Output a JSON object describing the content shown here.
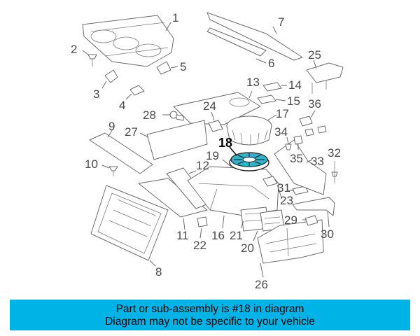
{
  "diagram": {
    "highlighted_part": "18",
    "highlight_color": "#2bb4cc",
    "callouts": {
      "p1": "1",
      "p2": "2",
      "p3": "3",
      "p4": "4",
      "p5": "5",
      "p6": "6",
      "p7": "7",
      "p8": "8",
      "p9": "9",
      "p10": "10",
      "p11": "11",
      "p12": "12",
      "p13": "13",
      "p14": "14",
      "p15": "15",
      "p16": "16",
      "p17": "17",
      "p18": "18",
      "p19": "19",
      "p20": "20",
      "p21": "21",
      "p22": "22",
      "p23": "23",
      "p24": "24",
      "p25": "25",
      "p26": "26",
      "p27": "27",
      "p28": "28",
      "p29": "29",
      "p30": "30",
      "p31": "31",
      "p32": "32",
      "p33": "33",
      "p34": "34",
      "p35": "35",
      "p36": "36"
    }
  },
  "banner": {
    "line1": "Part or sub-assembly is #18 in diagram",
    "line2": "Diagram may not be specific to your vehicle",
    "background": "#00b3e6"
  }
}
